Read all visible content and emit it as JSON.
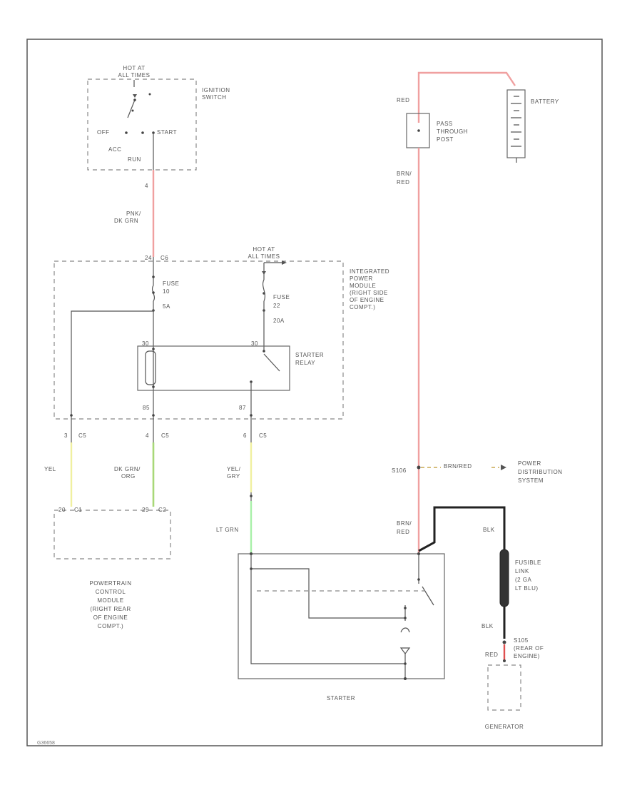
{
  "ignition_switch": {
    "hot_label": [
      "HOT AT",
      "ALL TIMES"
    ],
    "name": [
      "IGNITION",
      "SWITCH"
    ],
    "positions": {
      "off": "OFF",
      "acc": "ACC",
      "run": "RUN",
      "start": "START"
    },
    "pin": "4"
  },
  "wire_pnk_dkgrn": [
    "PNK/",
    "DK GRN"
  ],
  "ipm": {
    "name": [
      "INTEGRATED",
      "POWER",
      "MODULE",
      "(RIGHT SIDE",
      "OF ENGINE",
      "COMPT.)"
    ],
    "hot_label": [
      "HOT AT",
      "ALL TIMES"
    ],
    "connector_top": [
      "24",
      "C6"
    ],
    "fuse1": [
      "FUSE",
      "10",
      "5A"
    ],
    "fuse2": [
      "FUSE",
      "22",
      "20A"
    ],
    "relay_pins": {
      "a": "30",
      "b": "30"
    },
    "relay": [
      "STARTER",
      "RELAY"
    ],
    "pins_bottom": [
      "85",
      "87"
    ]
  },
  "wires": [
    {
      "pin": "3",
      "conn": "C5",
      "color": "YEL"
    },
    {
      "pin": "4",
      "conn": "C5",
      "color": [
        "DK GRN/",
        "ORG"
      ]
    },
    {
      "pin": "6",
      "conn": "C5",
      "color": [
        "YEL/",
        "GRY"
      ]
    }
  ],
  "pcm": {
    "pins": [
      {
        "pin": "20",
        "conn": "C1"
      },
      {
        "pin": "29",
        "conn": "C2"
      }
    ],
    "name": [
      "POWERTRAIN",
      "CONTROL",
      "MODULE",
      "(RIGHT REAR",
      "OF ENGINE",
      "COMPT.)"
    ]
  },
  "lt_grn": "LT GRN",
  "battery": {
    "name": "BATTERY",
    "red": "RED",
    "pass_through": [
      "PASS",
      "THROUGH",
      "POST"
    ],
    "brn_red": [
      "BRN/",
      "RED"
    ]
  },
  "power_dist": {
    "splice": "S106",
    "wire": "BRN/RED",
    "name": [
      "POWER",
      "DISTRIBUTION",
      "SYSTEM"
    ]
  },
  "starter": {
    "name": "STARTER",
    "brn_red": [
      "BRN/",
      "RED"
    ]
  },
  "fusible_link": {
    "blk": "BLK",
    "name": [
      "FUSIBLE",
      "LINK",
      "(2 GA",
      "LT BLU)"
    ],
    "blk2": "BLK"
  },
  "generator": {
    "splice": [
      "S105",
      "(REAR OF",
      "ENGINE)"
    ],
    "red": "RED",
    "name": "GENERATOR"
  },
  "figure_id": "G36658"
}
